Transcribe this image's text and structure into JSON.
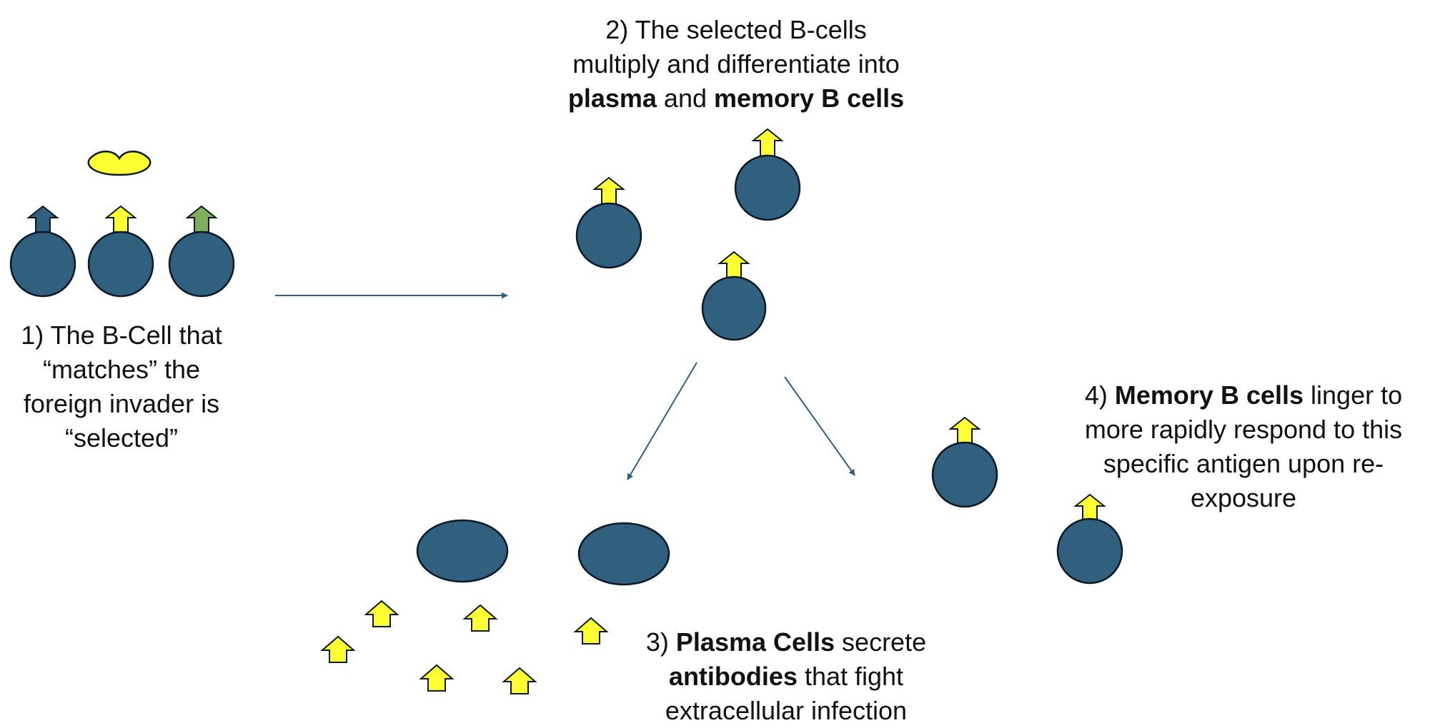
{
  "colors": {
    "cell_fill": "#31607F",
    "cell_stroke": "#0B1A26",
    "receptor_yellow": "#FFFF33",
    "receptor_green": "#7FAF5A",
    "receptor_blue": "#31607F",
    "arrow_line": "#31607F"
  },
  "icons": {
    "antigen": "heart-shaped-antigen-icon",
    "receptor": "up-arrow-receptor-icon",
    "cell": "b-cell-circle-icon",
    "plasma_cell": "plasma-cell-ellipse-icon",
    "antibody": "yellow-arrow-antibody-icon"
  },
  "step1": {
    "line1": "1) The B-Cell that",
    "line2": "“matches” the",
    "line3": "foreign invader is",
    "line4": "“selected”"
  },
  "step2": {
    "line1": "2) The selected B-cells",
    "line2": "multiply and differentiate into",
    "line3_bold_a": "plasma",
    "line3_mid": " and ",
    "line3_bold_b": "memory B cells"
  },
  "step3": {
    "line1_prefix": "3) ",
    "line1_bold": "Plasma Cells",
    "line1_rest": " secrete",
    "line2_bold": "antibodies",
    "line2_rest": " that fight",
    "line3": "extracellular infection"
  },
  "step4": {
    "line1_prefix": "4) ",
    "line1_bold": "Memory B cells",
    "line1_rest": " linger to",
    "line2": "more rapidly respond to this",
    "line3": "specific antigen upon re-",
    "line4": "exposure"
  }
}
